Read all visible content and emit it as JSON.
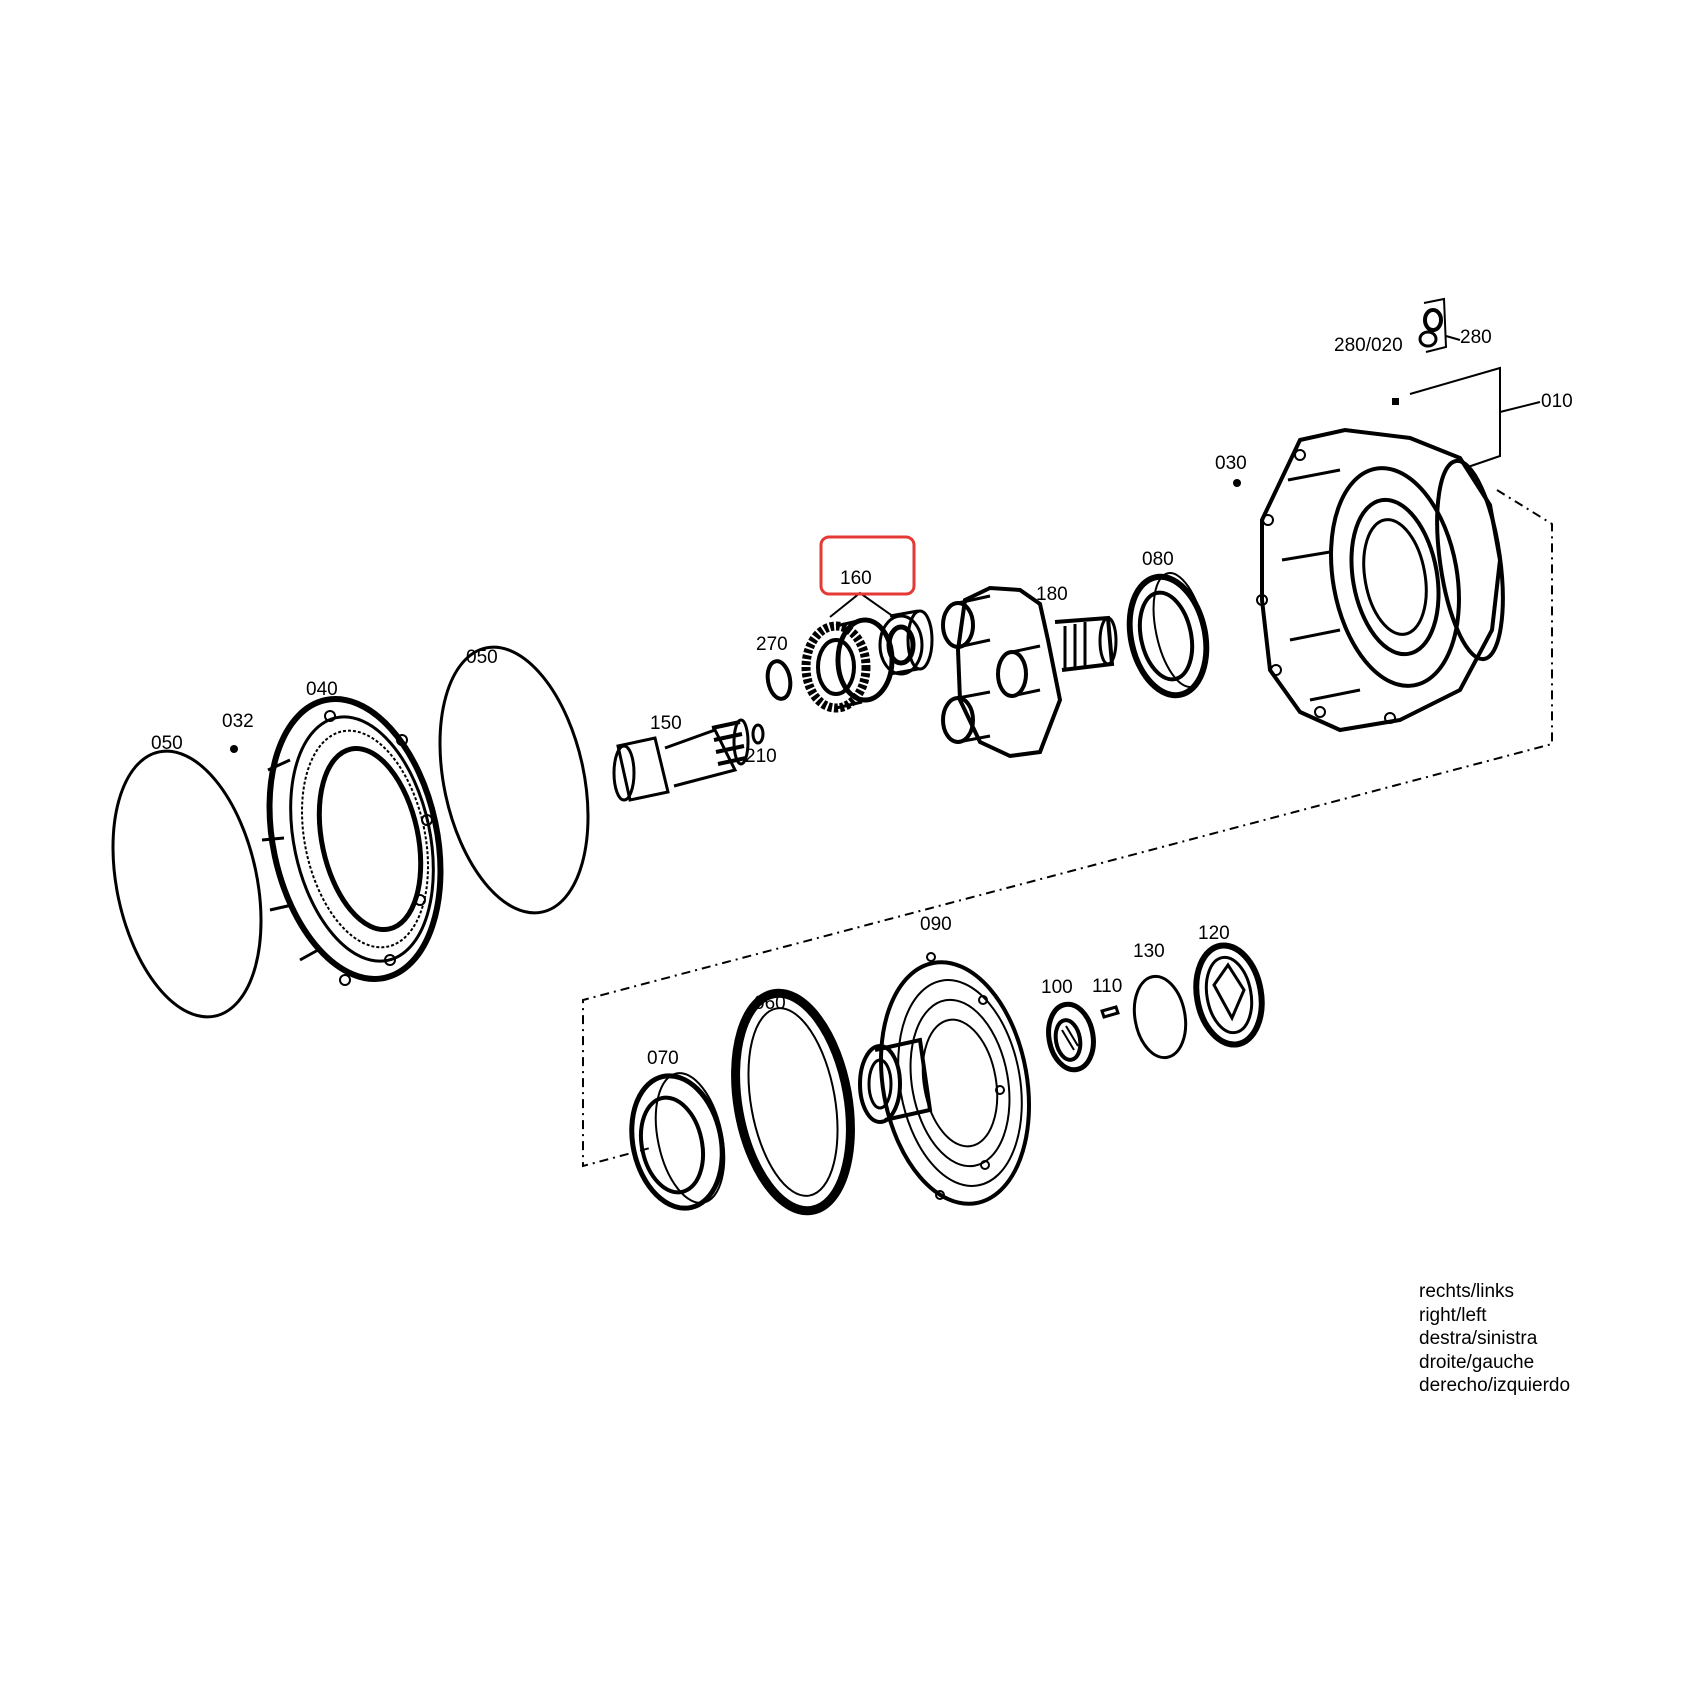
{
  "highlight": {
    "label_ref": "160",
    "color": "#e53935"
  },
  "labels": {
    "p280_020": "280/020",
    "p280": "280",
    "p010": "010",
    "p030": "030",
    "p160": "160",
    "p180": "180",
    "p080": "080",
    "p270": "270",
    "p050a": "050",
    "p040": "040",
    "p032": "032",
    "p050b": "050",
    "p150": "150",
    "p210": "210",
    "p090": "090",
    "p060": "060",
    "p070": "070",
    "p100": "100",
    "p110": "110",
    "p130": "130",
    "p120": "120"
  },
  "legend": [
    "rechts/links",
    "right/left",
    "destra/sinistra",
    "droite/gauche",
    "derecho/izquierdo"
  ]
}
